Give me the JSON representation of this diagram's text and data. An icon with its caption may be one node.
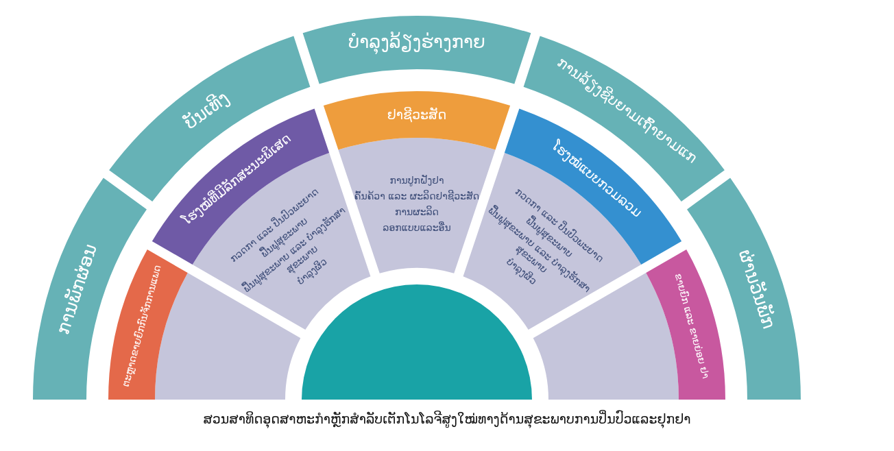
{
  "diagram": {
    "caption": "ສວນສາທິດອຸດສາຫະກຳຫຼັກສຳລັບເຕັກໂນໂລຈີສູງໃໝ່ທາງດ້ານສຸຂະພາບການປິ່ນປົວແລະຢຸກຢາ",
    "nodes": [
      {
        "text": [
          "ການພັກຜ່ອນ"
        ]
      },
      {
        "text": [
          "ບັນເທີງ"
        ]
      },
      {
        "text": [
          "ບຳລຸງລ້ຽງຮ່າງກາຍ"
        ]
      },
      {
        "text": [
          "ການລ້ຽງຊີບຍາມເຖົ້າຍາມແກ"
        ]
      },
      {
        "text": [
          "ຜ່ານວັນພັກ"
        ]
      },
      {
        "text": [
          "ຕະຫຼາດຂາຍຍົກກົນຈັກການແພດ"
        ]
      },
      {
        "text": [
          "ໂຮງໝໍທີ່ມີລັກສະນະພິເສດ",
          "ກວດກາ ແລະ ປິ່ນປົວພະຍາດ",
          "ຟື້ນຟູສຸຂະພາບ",
          "ຟື້ນຟູສຸຂະພາບ ແລະ ບຳລຸງຮັກສາສຸຂະພາບ",
          "ບຳລຸງຜິວ"
        ]
      },
      {
        "text": [
          "ຢາຊີວະສັດ",
          "ການປູກຝັງຢາ",
          "ຄົ້ນຄ້ວາ ແລະ ຜະລິດຢາຊີວະສັດ",
          "ການຜະລິດ",
          "ລອກແບບແລະອື່ນ"
        ]
      },
      {
        "text": [
          "ໂຮງໝໍແບບກວມລວມ",
          "ກວດກາ ແລະ ປິ່ນປົວພະຍາດ",
          "ຟື້ນຟູສຸຂະພາບ",
          "ຟື້ນຟູສຸຂະພາບ ແລະ ບຳລຸງຮັກສາສຸຂະພາບ",
          "ບຳລຸງຜິວ"
        ]
      },
      {
        "text": [
          "ຂາຍຍົກ ແລະ ຂາຍຍ່ອຍ ຢາ"
        ]
      },
      {
        "text": [],
        "shape": "circle"
      }
    ]
  }
}
